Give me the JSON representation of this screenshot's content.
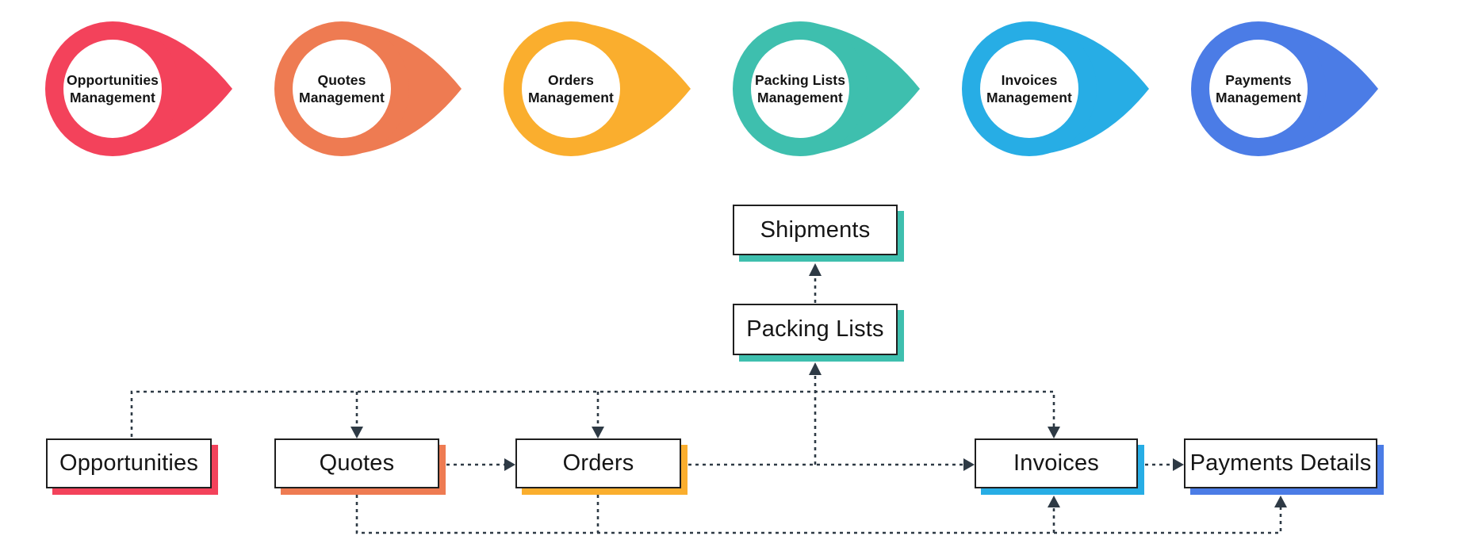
{
  "colors": {
    "connector": "#2e3a45",
    "box_border": "#1f1f1f",
    "label_text": "#141414",
    "background": "#ffffff"
  },
  "stages": [
    {
      "title": "Opportunities\nManagement",
      "color": "#f3425b"
    },
    {
      "title": "Quotes\nManagement",
      "color": "#ee7b52"
    },
    {
      "title": "Orders\nManagement",
      "color": "#faae2e"
    },
    {
      "title": "Packing Lists\nManagement",
      "color": "#3ebfae"
    },
    {
      "title": "Invoices\nManagement",
      "color": "#27ade5"
    },
    {
      "title": "Payments\nManagement",
      "color": "#4b7ce6"
    }
  ],
  "nodes": {
    "shipments": {
      "label": "Shipments",
      "accent": "#3ebfae"
    },
    "packing_lists": {
      "label": "Packing Lists",
      "accent": "#3ebfae"
    },
    "opportunities": {
      "label": "Opportunities",
      "accent": "#f3425b"
    },
    "quotes": {
      "label": "Quotes",
      "accent": "#ee7b52"
    },
    "orders": {
      "label": "Orders",
      "accent": "#faae2e"
    },
    "invoices": {
      "label": "Invoices",
      "accent": "#27ade5"
    },
    "payments": {
      "label": "Payments Details",
      "accent": "#4b7ce6"
    }
  }
}
